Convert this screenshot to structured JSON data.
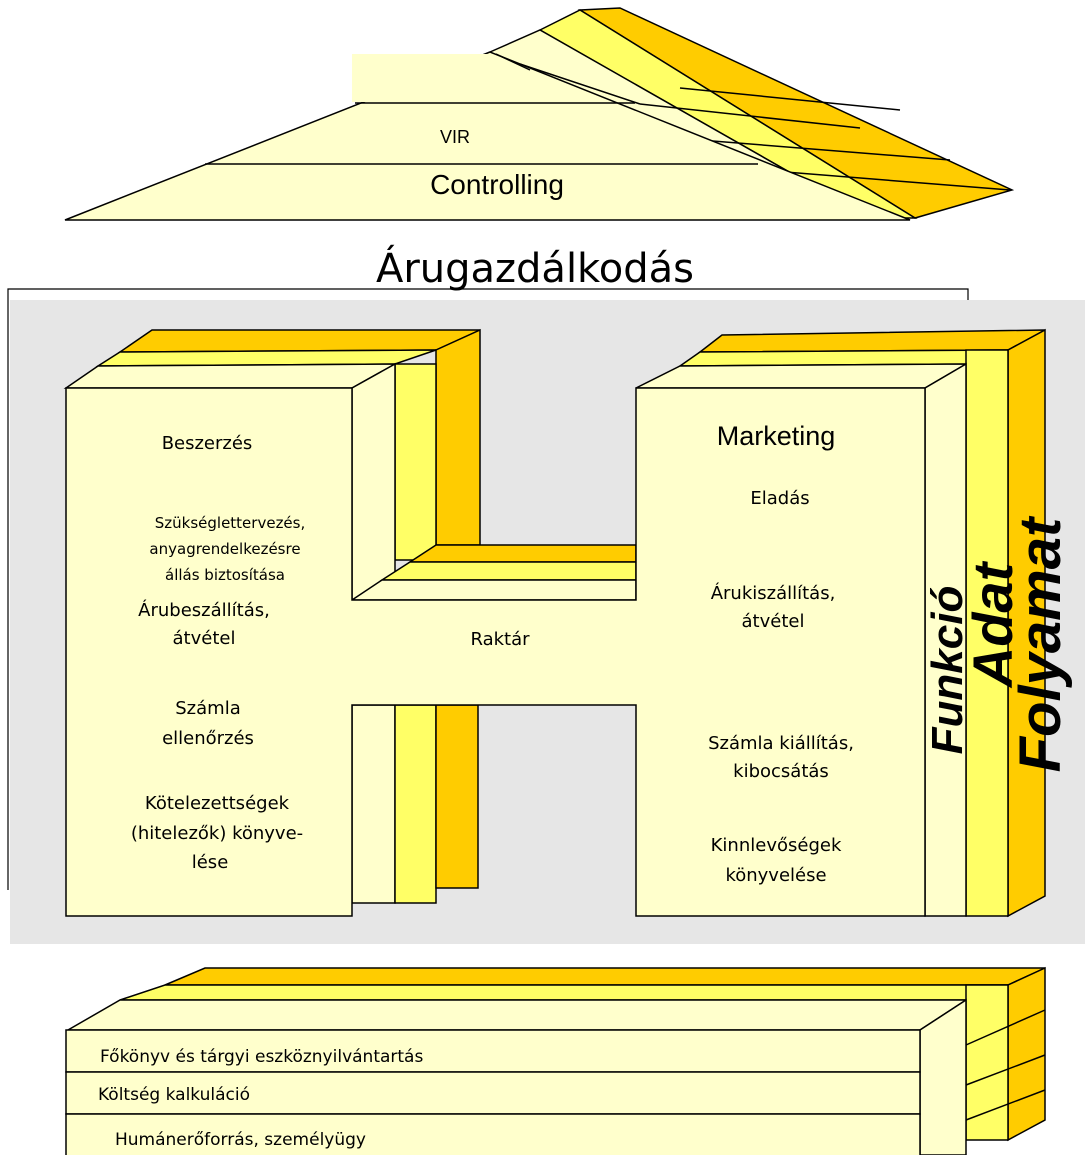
{
  "colors": {
    "face": "#FFFFCC",
    "mid": "#FFFF66",
    "dark": "#FFCC00",
    "panel": "#E6E6E6",
    "stroke": "#000000"
  },
  "roof": {
    "vir_label": "VIR",
    "controlling_label": "Controlling"
  },
  "main_title": "Árugazdálkodás",
  "left_block": {
    "title": "Beszerzés",
    "items": [
      [
        "Szükséglettervezés,",
        "anyagrendelkezésre",
        "állás biztosítása"
      ],
      [
        "Árubeszállítás,",
        "átvétel"
      ],
      [
        "Számla",
        "ellenőrzés"
      ],
      [
        "Kötelezettségek",
        "(hitelezők) könyve-",
        "lése"
      ]
    ]
  },
  "center_label": "Raktár",
  "right_block": {
    "title": "Marketing",
    "subtitle": "Eladás",
    "items": [
      [
        "Árukiszállítás,",
        "átvétel"
      ],
      [
        "Számla kiállítás,",
        "kibocsátás"
      ],
      [
        "Kinnlevőségek",
        "könyvelése"
      ]
    ]
  },
  "layers": {
    "funkcio": "Funkció",
    "adat": "Adat",
    "folyamat": "Folyamat"
  },
  "bottom_rows": [
    "Főkönyv és tárgyi eszköznyilvántartás",
    "Költség kalkuláció",
    "Humánerőforrás, személyügy"
  ]
}
